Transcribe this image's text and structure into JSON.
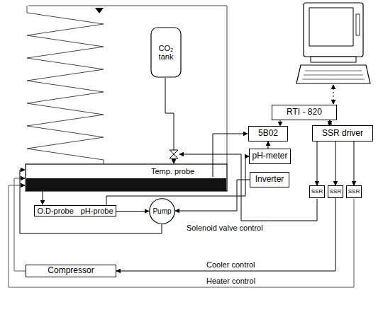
{
  "diagram": {
    "nodes": [
      {
        "text": [
          "CO₂ tank"
        ]
      },
      {
        "text": [
          "RTI - 820"
        ]
      },
      {
        "text": [
          "5B02"
        ]
      },
      {
        "text": [
          "SSR driver"
        ]
      },
      {
        "text": [
          "pH-meter"
        ]
      },
      {
        "text": [
          "Inverter"
        ]
      },
      {
        "text": [
          "SSR"
        ]
      },
      {
        "text": [
          "SSR"
        ]
      },
      {
        "text": [
          "SSR"
        ]
      },
      {
        "text": [
          "O.D-probe",
          "pH-probe"
        ]
      },
      {
        "text": [
          "Pump"
        ]
      },
      {
        "text": [
          "Compressor"
        ]
      }
    ],
    "edges": [
      {
        "from": 1,
        "to": 2,
        "arrow": "to"
      },
      {
        "from": 1,
        "to": 3,
        "arrow": "both"
      },
      {
        "from": 4,
        "to": 2,
        "arrow": "to"
      },
      {
        "from": 3,
        "to": 6,
        "arrow": "to"
      },
      {
        "from": 3,
        "to": 7,
        "arrow": "to"
      },
      {
        "from": 3,
        "to": 8,
        "arrow": "to"
      },
      {
        "from": 7,
        "to": 11,
        "label": "Cooler control",
        "arrow": "to"
      },
      {
        "from": 9,
        "to": 4,
        "arrow": "to"
      },
      {
        "from": 9,
        "to": 10,
        "arrow": "to"
      },
      {
        "from": 5,
        "to": 10,
        "arrow": "to"
      }
    ],
    "labels": [
      "Temp. probe",
      "Solenoid valve control",
      "Heater control"
    ]
  }
}
